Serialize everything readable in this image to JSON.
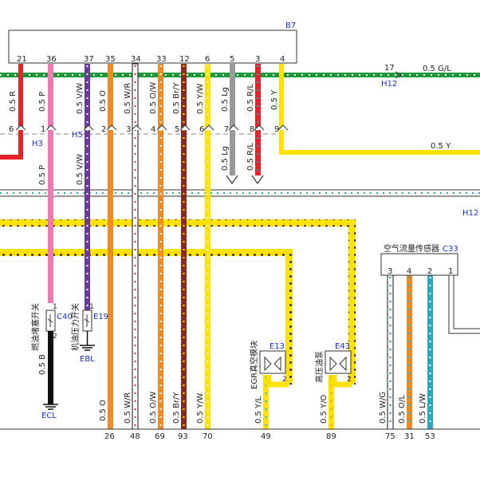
{
  "connectors": {
    "b7": "B7",
    "h12_top": "H12",
    "h12_right": "H12",
    "h3": "H3",
    "h5": "H5",
    "c40": "C40",
    "e19": "E19",
    "e13": "E13",
    "e43": "E43",
    "c33": "C33"
  },
  "b7_pins": [
    "21",
    "36",
    "37",
    "35",
    "34",
    "33",
    "12",
    "6",
    "5",
    "3",
    "4"
  ],
  "inline_pins": [
    "6",
    "1",
    "2",
    "3",
    "4",
    "5",
    "6",
    "7",
    "8",
    "9"
  ],
  "top_wire": {
    "pin": "17",
    "label": "0.5 G/L"
  },
  "wire_labels_top": [
    "0.5 R",
    "0.5 P",
    "0.5 V/W",
    "0.5 O",
    "0.5 W/R",
    "0.5 O/W",
    "0.5 Br/Y",
    "0.5 Y/W",
    "0.5 Lg",
    "0.5 R/L",
    "0.5 Y"
  ],
  "wire_labels_mid": [
    "0.5 P",
    "0.5 V/W",
    "0.5 Lg",
    "0.5 R/L"
  ],
  "mid_y_wire": "0.5 Y",
  "components": {
    "c40_name": "燃油堵塞开关",
    "e19_name": "机油压力开关",
    "e13_name": "EGR真空模块",
    "e43_name": "高压油泵",
    "c33_name": "空气流量传感器"
  },
  "component_pins": {
    "c40": [
      "1",
      "2"
    ],
    "e19": [
      "1"
    ],
    "e13": [
      "2"
    ],
    "e43": [
      "2"
    ],
    "c33": [
      "3",
      "4",
      "2",
      "1"
    ]
  },
  "grounds": {
    "ecl": "ECL",
    "ebl": "EBL"
  },
  "wire_labels_bottom": [
    "0.5 B",
    "0.5 O",
    "0.5 W/R",
    "0.5 O/W",
    "0.5 Br/Y",
    "0.5 Y/W",
    "0.5 Y/L",
    "0.5 Y/O",
    "0.5 W/G",
    "0.5 O/L",
    "0.5 L/W"
  ],
  "bottom_numbers": [
    "26",
    "48",
    "69",
    "93",
    "70",
    "49",
    "89",
    "75",
    "31",
    "53"
  ],
  "colors": {
    "green": "#1e9a3c",
    "red": "#e8222a",
    "pink": "#ee7ab4",
    "violet": "#6a3a96",
    "orange": "#f08a24",
    "brown": "#8a2b22",
    "yellow": "#ffe200",
    "grey": "#9a9a9a",
    "cyan": "#2aa7c9",
    "black": "#111111"
  }
}
